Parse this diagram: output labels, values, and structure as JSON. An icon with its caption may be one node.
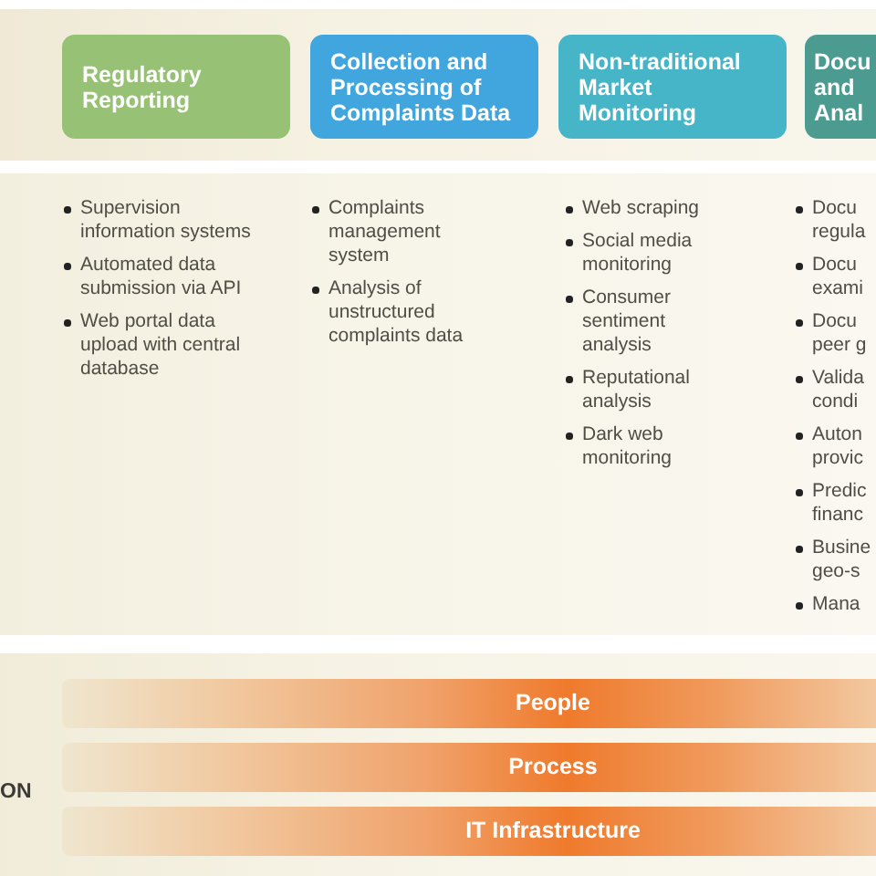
{
  "diagram": {
    "nodes": [
      {
        "text": [
          "Regulatory Reporting"
        ]
      },
      {
        "text": [
          "Collection and Processing of Complaints Data"
        ]
      },
      {
        "text": [
          "Non-traditional Market Monitoring"
        ]
      },
      {
        "text": [
          "Docu and Anal"
        ]
      },
      {
        "text": [
          "People"
        ]
      },
      {
        "text": [
          "Process"
        ]
      },
      {
        "text": [
          "IT Infrastructure"
        ]
      }
    ],
    "labels": [
      "Supervision information systems",
      "Automated data submission via API",
      "Web portal data upload with central database",
      "Complaints management system",
      "Analysis of unstructured complaints data",
      "Web scraping",
      "Social media monitoring",
      "Consumer sentiment analysis",
      "Reputational analysis",
      "Dark web monitoring",
      "Docu regula",
      "Docu exami",
      "Docu peer g",
      "Valida condi",
      "Auton provic",
      "Predic financ",
      "Busine geo-s",
      "Mana",
      "ON"
    ]
  }
}
